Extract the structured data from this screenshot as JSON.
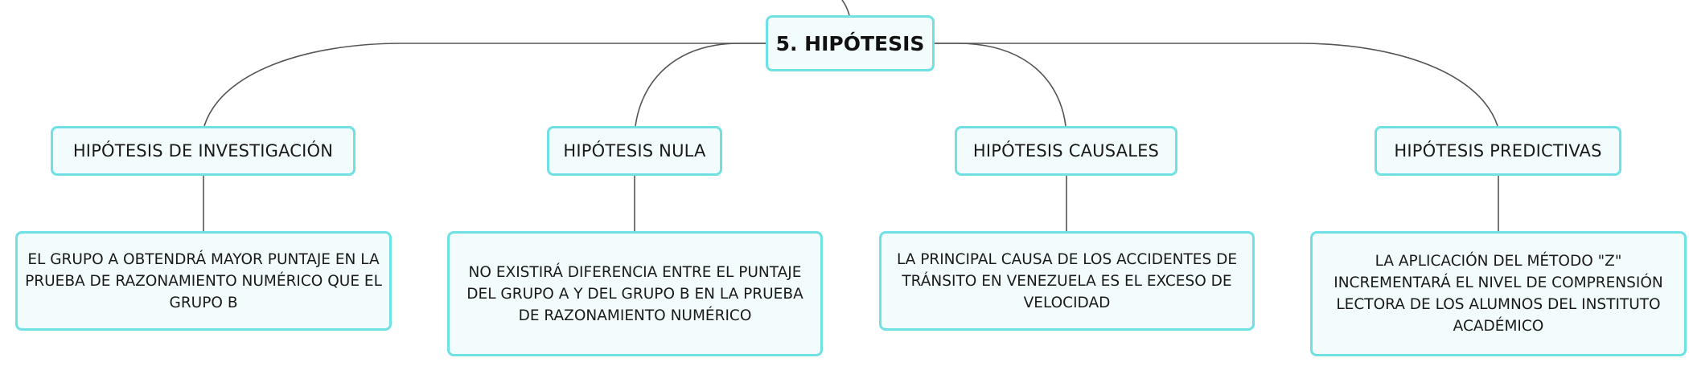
{
  "root": {
    "label": "5. HIPÓTESIS"
  },
  "branches": [
    {
      "label": "HIPÓTESIS DE INVESTIGACIÓN",
      "example": "EL GRUPO A OBTENDRÁ MAYOR PUNTAJE EN LA PRUEBA DE RAZONAMIENTO NUMÉRICO QUE EL GRUPO B"
    },
    {
      "label": "HIPÓTESIS NULA",
      "example": "NO EXISTIRÁ DIFERENCIA ENTRE EL PUNTAJE DEL GRUPO A Y DEL GRUPO B EN LA PRUEBA DE RAZONAMIENTO NUMÉRICO"
    },
    {
      "label": "HIPÓTESIS CAUSALES",
      "example": "LA PRINCIPAL CAUSA DE LOS ACCIDENTES DE TRÁNSITO EN VENEZUELA ES EL EXCESO DE VELOCIDAD"
    },
    {
      "label": "HIPÓTESIS PREDICTIVAS",
      "example": "LA APLICACIÓN DEL MÉTODO \"Z\" INCREMENTARÁ EL NIVEL DE COMPRENSIÓN LECTORA DE LOS ALUMNOS DEL INSTITUTO ACADÉMICO"
    }
  ]
}
